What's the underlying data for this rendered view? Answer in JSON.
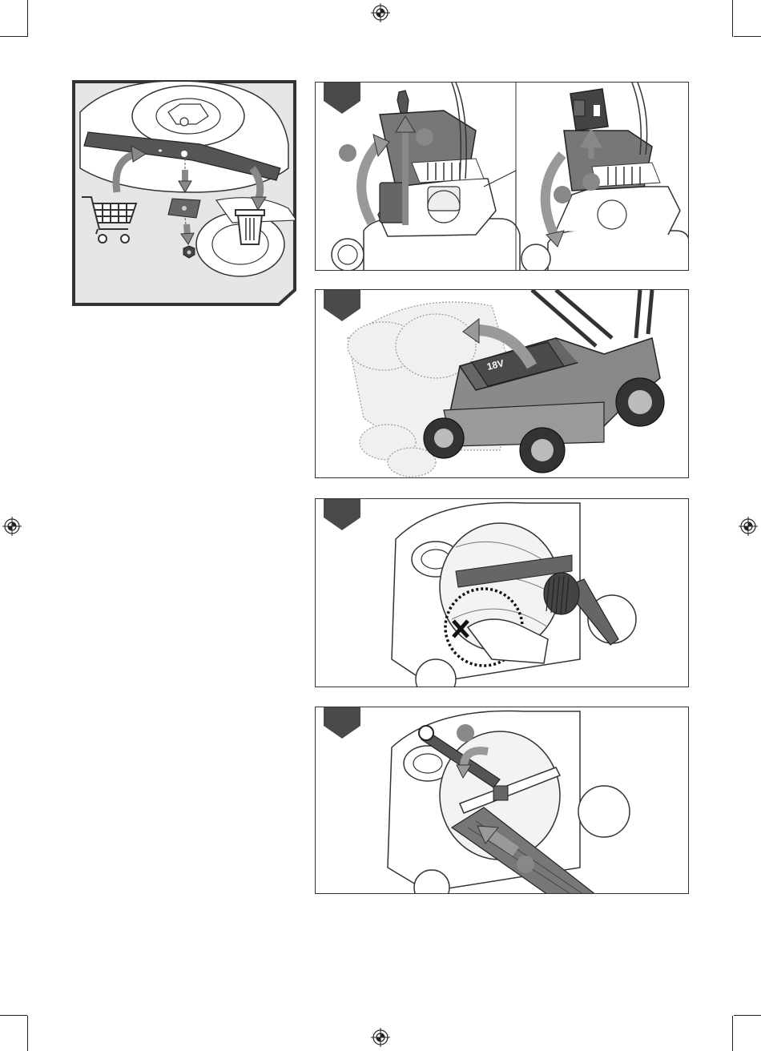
{
  "page": {
    "background": "#ffffff",
    "line_color": "#2b2b2b",
    "tab_color": "#4a4a4a",
    "light_grey": "#d9d9d9",
    "mid_grey": "#8c8c8c"
  },
  "figure_left": {
    "icons": [
      "shopping-cart-icon",
      "trash-bin-icon",
      "blade-icon",
      "nut-icon",
      "washer-icon"
    ]
  },
  "panels": [
    {
      "id": "step-battery-removal",
      "icons": [
        "safety-key-icon",
        "battery-icon",
        "up-arrow-icon",
        "rotate-arrow-icon"
      ]
    },
    {
      "id": "step-tilt-mower",
      "battery_label": "18V",
      "icons": [
        "mower-icon",
        "tilt-arrow-icon",
        "battery-icon"
      ]
    },
    {
      "id": "step-clean-deck",
      "icons": [
        "brush-icon",
        "glove-hand-icon",
        "cross-mark-icon"
      ]
    },
    {
      "id": "step-blade-fastening",
      "icons": [
        "wrench-icon",
        "wood-block-icon",
        "push-arrow-icon",
        "rotate-arrow-icon"
      ]
    }
  ]
}
